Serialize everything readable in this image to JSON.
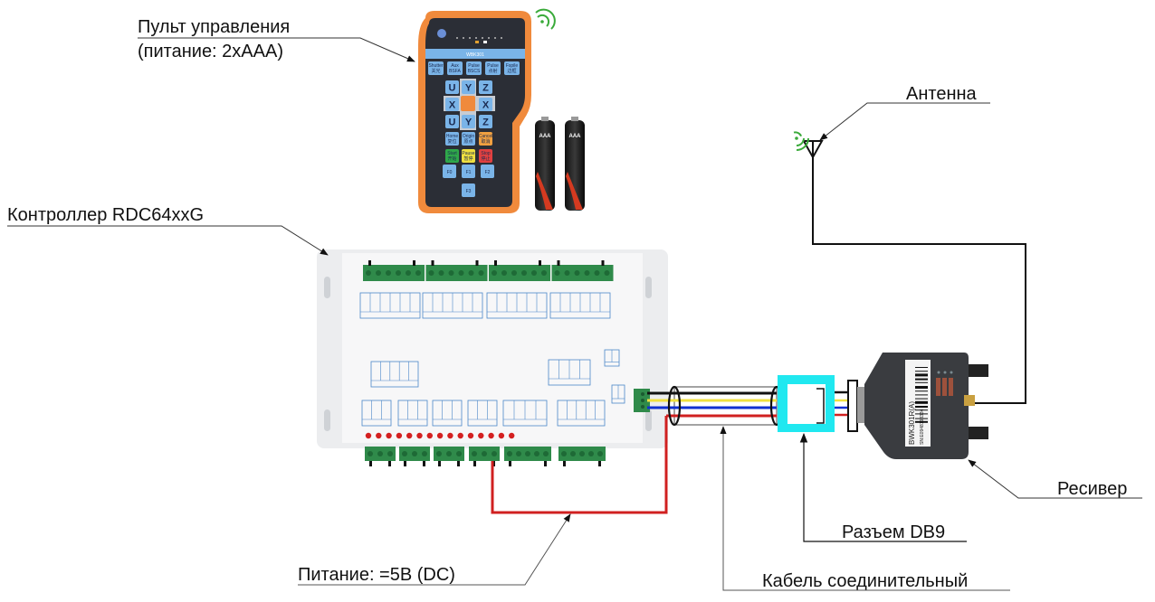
{
  "title": "Схема подключения беспроводного пульта к контроллеру RDC64xxG",
  "labels": {
    "remote_line1": "Пульт управления",
    "remote_line2": "(питание: 2xAAA)",
    "controller": "Контроллер RDC64xxG",
    "antenna": "Антенна",
    "receiver": "Ресивер",
    "db9": "Разъем DB9",
    "power": "Питание: =5В (DC)",
    "cable": "Кабель соединительный"
  },
  "remote": {
    "model": "WBK301",
    "top_keys": [
      {
        "top": "Shutter",
        "bottom": "关光"
      },
      {
        "top": "Aux",
        "bottom": "BSFA"
      },
      {
        "top": "Pulse",
        "bottom": "BSCS"
      },
      {
        "top": "Pulse",
        "bottom": "点射"
      },
      {
        "top": "Fspile",
        "bottom": "边框"
      }
    ],
    "axis_keys": [
      "U",
      "Y",
      "Z",
      "X",
      "X",
      "U",
      "Y",
      "Z"
    ],
    "function_keys": [
      {
        "top": "Home",
        "bottom": "复位"
      },
      {
        "top": "Origin",
        "bottom": "原点"
      },
      {
        "top": "Cancel",
        "bottom": "取消"
      },
      {
        "top": "Start",
        "bottom": "开始"
      },
      {
        "top": "Pause",
        "bottom": "暂停"
      },
      {
        "top": "Stop",
        "bottom": "停止"
      }
    ],
    "f_keys": [
      "F0",
      "F1",
      "F2",
      "F3"
    ],
    "battery_label": "AAA",
    "battery_count": 2
  },
  "receiver": {
    "model": "BWK301R(A)",
    "serial": "SN:E0948193334"
  },
  "colors": {
    "remote_body": "#f08a3c",
    "remote_face": "#2b2e36",
    "key_blue": "#7ab4e8",
    "wifi_green": "#3aaa3a",
    "db9_frame": "#20e8f0",
    "wire_black": "#111111",
    "wire_yellow": "#f0e040",
    "wire_blue": "#1030d0",
    "wire_red": "#d02020",
    "terminal_green": "#2f8a4a",
    "led_red": "#d42020",
    "receiver_body": "#3a3c40"
  },
  "icons": [
    "wifi-signal-icon",
    "antenna-icon",
    "battery-icon",
    "arrow-icon"
  ]
}
